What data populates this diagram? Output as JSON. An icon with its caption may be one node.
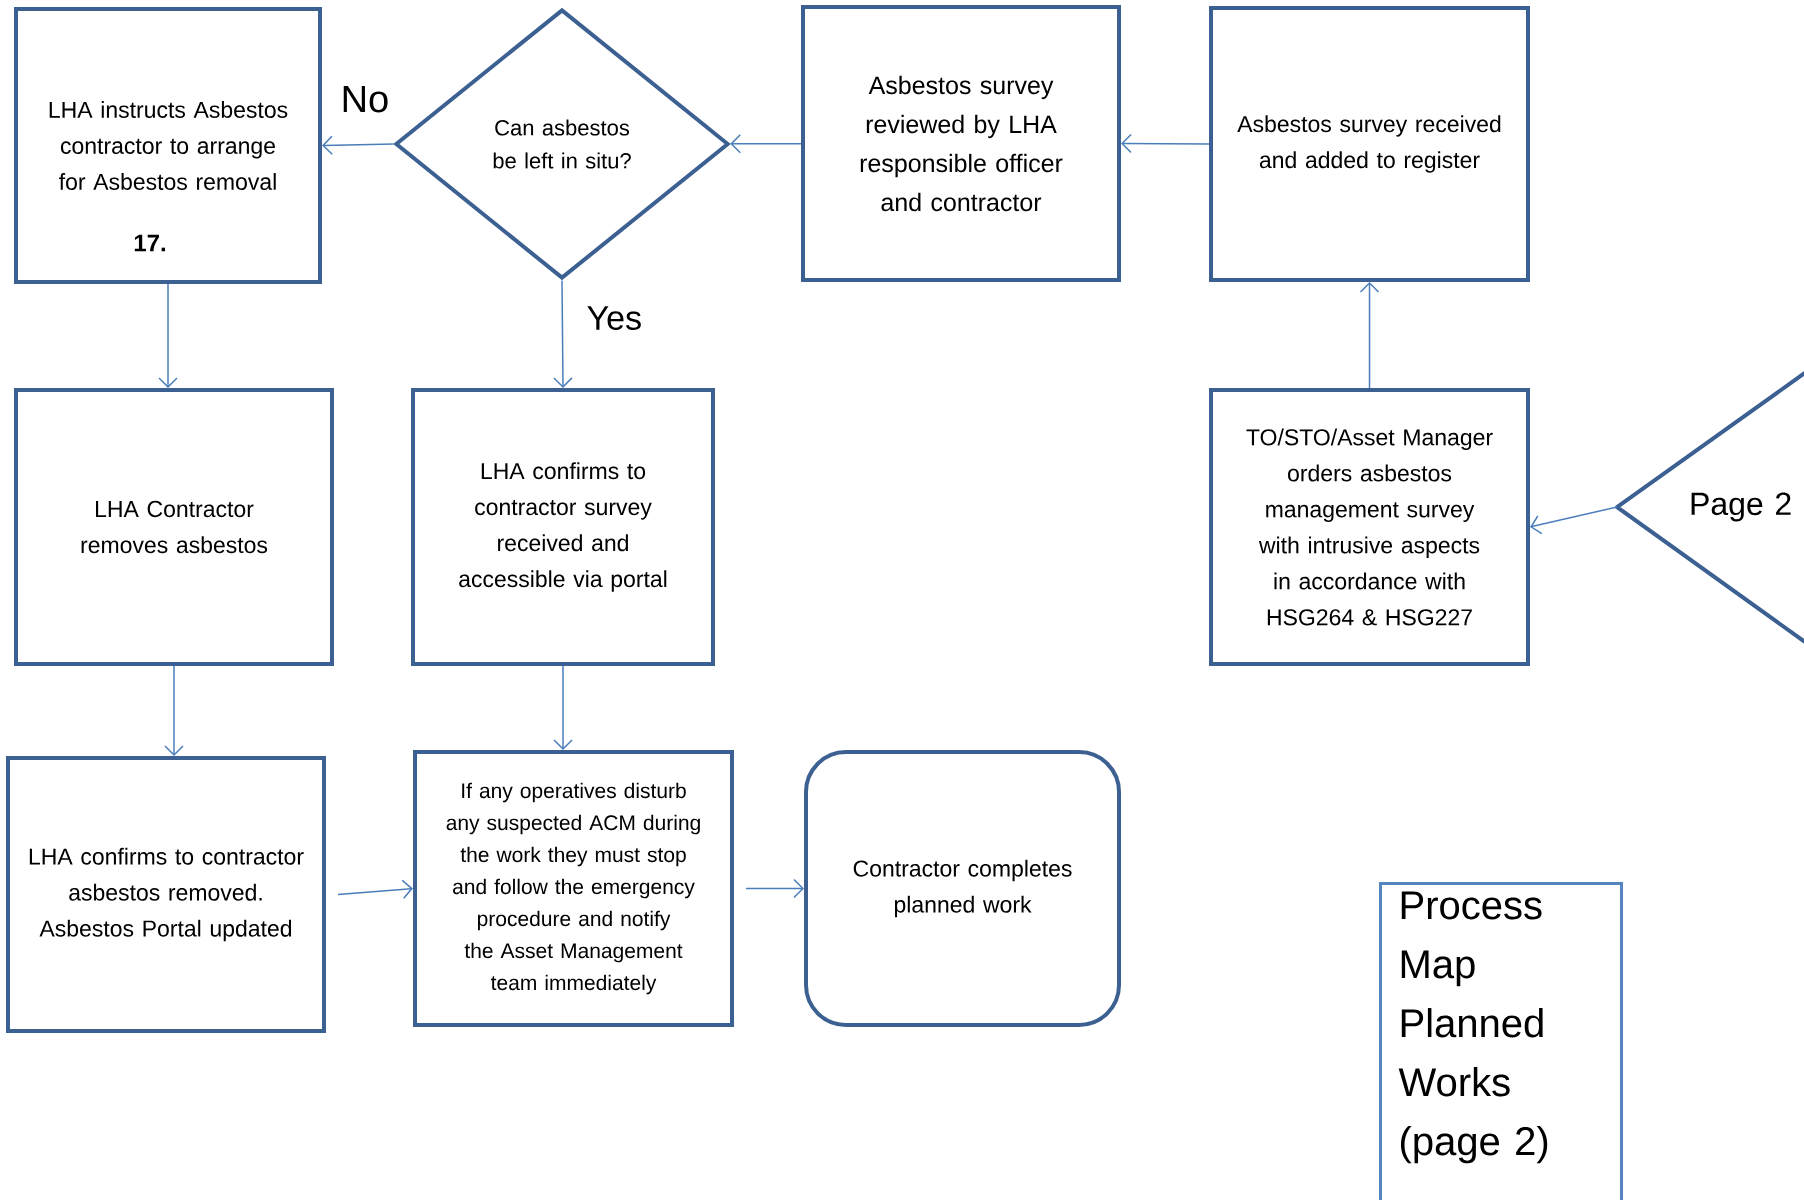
{
  "diagram": {
    "nodes": [
      {
        "text": [
          "Page 2"
        ]
      },
      {
        "text": [
          "TO/STO/Asset Manager orders asbestos management survey with intrusive aspects in accordance with HSG264 & HSG227"
        ]
      },
      {
        "text": [
          "Asbestos survey received and added to register"
        ]
      },
      {
        "text": [
          "Asbestos survey reviewed by LHA responsible officer and contractor"
        ]
      },
      {
        "text": [
          "Can asbestos be left in situ?"
        ]
      },
      {
        "text": [
          "LHA instructs Asbestos contractor to arrange for Asbestos removal"
        ]
      },
      {
        "text": [
          "LHA Contractor removes asbestos"
        ]
      },
      {
        "text": [
          "LHA confirms to contractor survey received and accessible via portal"
        ]
      },
      {
        "text": [
          "LHA confirms to contractor asbestos removed. Asbestos Portal updated"
        ]
      },
      {
        "text": [
          "If any operatives disturb any suspected ACM during the work they must stop and follow the emergency procedure and notify the Asset Management team immediately"
        ]
      },
      {
        "text": [
          "Contractor completes planned work"
        ]
      },
      {
        "text": [
          "Process Map Planned Works (page 2)"
        ]
      }
    ],
    "edges": [
      {
        "from": 0,
        "to": 1,
        "arrow": "to"
      },
      {
        "from": 1,
        "to": 2,
        "arrow": "to"
      },
      {
        "from": 2,
        "to": 3,
        "arrow": "to"
      },
      {
        "from": 3,
        "to": 4,
        "arrow": "to"
      },
      {
        "from": 4,
        "to": 5,
        "arrow": "to",
        "label": "No"
      },
      {
        "from": 4,
        "to": 7,
        "arrow": "to",
        "label": "Yes"
      },
      {
        "from": 5,
        "to": 6,
        "arrow": "to"
      },
      {
        "from": 6,
        "to": 8,
        "arrow": "to"
      },
      {
        "from": 7,
        "to": 9,
        "arrow": "to"
      },
      {
        "from": 8,
        "to": 9,
        "arrow": "to"
      },
      {
        "from": 9,
        "to": 10,
        "arrow": "to"
      }
    ],
    "labels": [
      "17."
    ]
  }
}
